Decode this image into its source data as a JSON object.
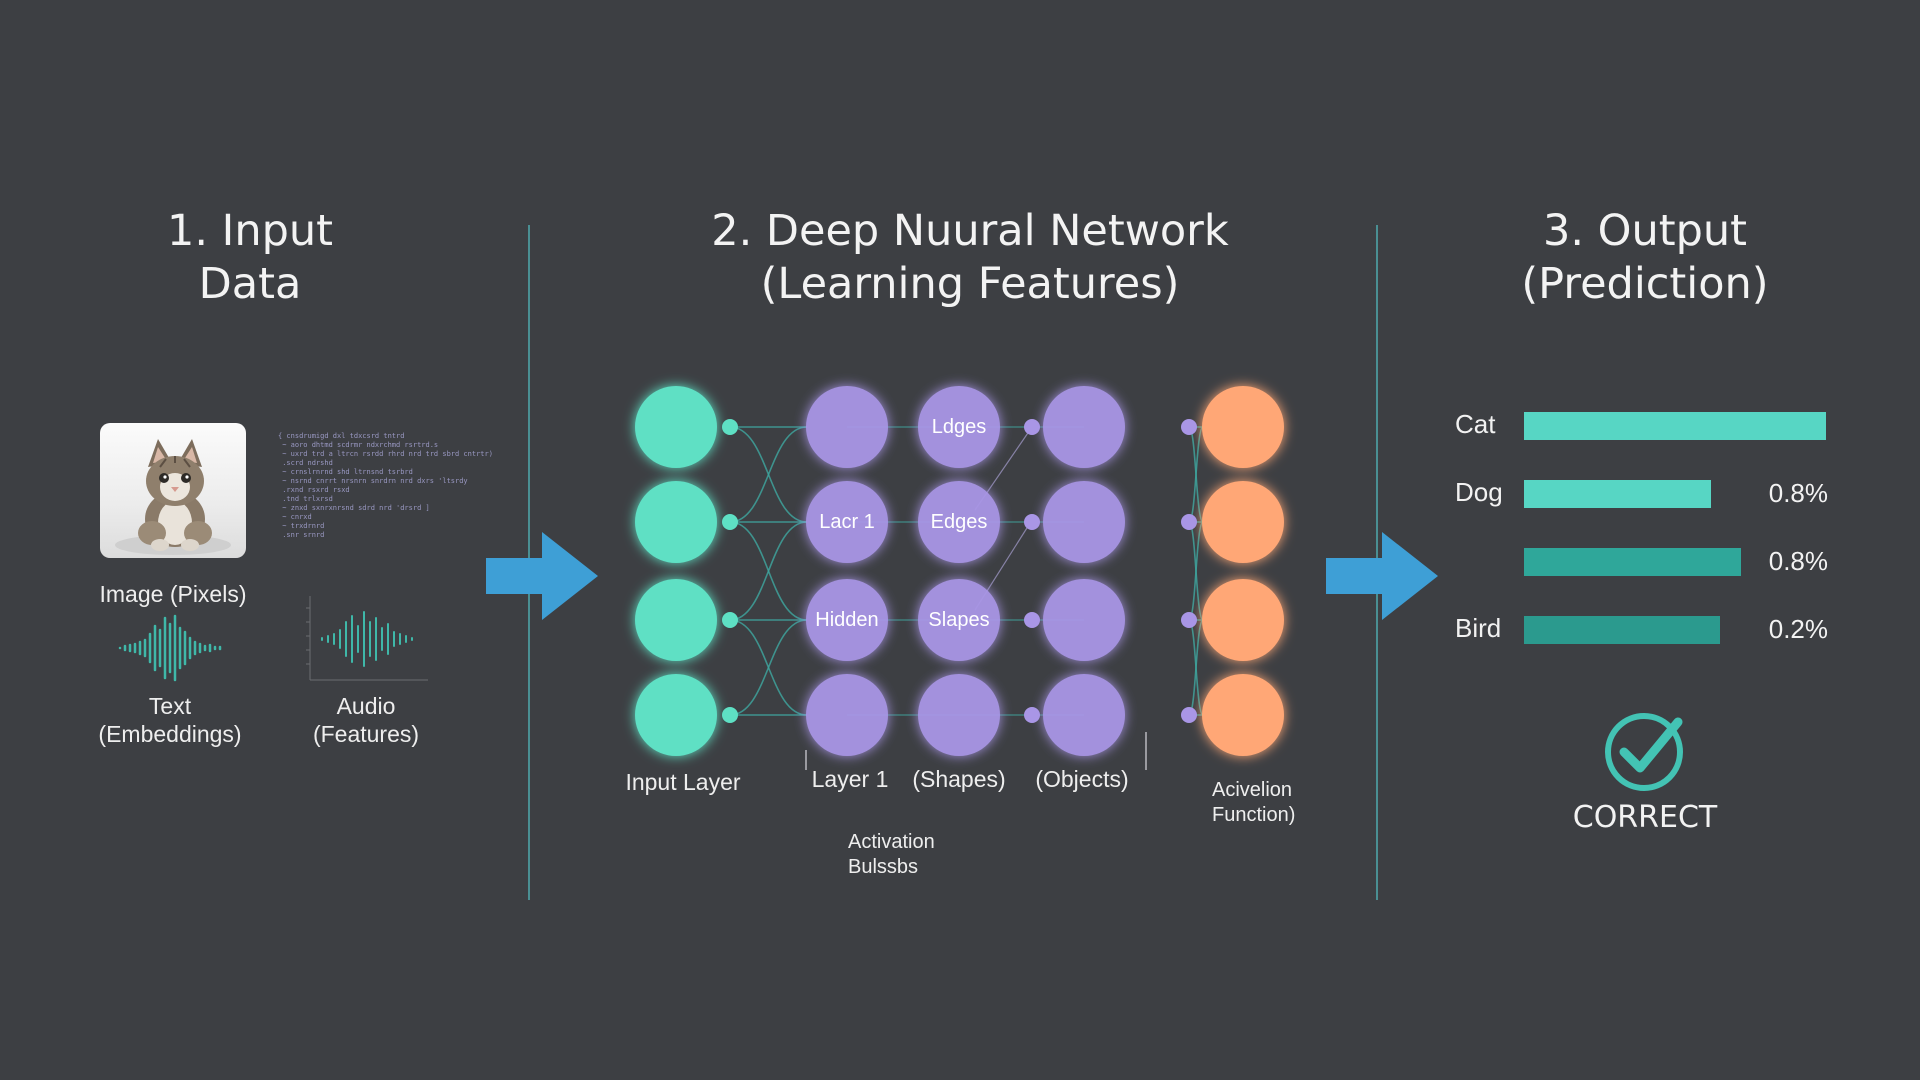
{
  "sections": {
    "input": {
      "title_line1": "1. Input",
      "title_line2": "Data"
    },
    "network": {
      "title_line1": "2. Deep Nuural Network",
      "title_line2": "(Learning Features)"
    },
    "output": {
      "title_line1": "3. Output",
      "title_line2": "(Prediction)"
    }
  },
  "inputs": {
    "image_label": "Image (Pixels)",
    "text_label_line1": "Text",
    "text_label_line2": "(Embeddings)",
    "audio_label_line1": "Audio",
    "audio_label_line2": "(Features)"
  },
  "network": {
    "node_labels": {
      "edges_top": "Ldges",
      "layer_1_node": "Lacr 1",
      "edges_mid": "Edges",
      "hidden_node": "Hidden",
      "shapes_node": "Slapes"
    },
    "bottom_labels": {
      "input_layer": "Input Layer",
      "layer_1": "Layer 1",
      "shapes": "(Shapes)",
      "objects": "(Objects)"
    },
    "annotations": {
      "activation_bias_line1": "Activation",
      "activation_bias_line2": "Bulssbs",
      "activation_fn_line1": "Acivelion",
      "activation_fn_line2": "Function)"
    },
    "colors": {
      "input_nodes": "#5ee0c4",
      "hidden_nodes": "#a996e6",
      "output_nodes": "#ffa776",
      "connections": "#3fa9a1",
      "arrows": "#3e9fd6"
    }
  },
  "output": {
    "bars": [
      {
        "label": "Cat",
        "value_text": "",
        "value": 100,
        "color": "#57d6c4"
      },
      {
        "label": "Dog",
        "value_text": "0.8%",
        "value": 62,
        "color": "#57d6c4"
      },
      {
        "label": "",
        "value_text": "0.8%",
        "value": 72,
        "color": "#2fa79a"
      },
      {
        "label": "Bird",
        "value_text": "0.2%",
        "value": 65,
        "color": "#2b9a8e"
      }
    ],
    "result_text": "CORRECT",
    "result_icon": "check-circle-icon",
    "result_color": "#43c3b4"
  }
}
